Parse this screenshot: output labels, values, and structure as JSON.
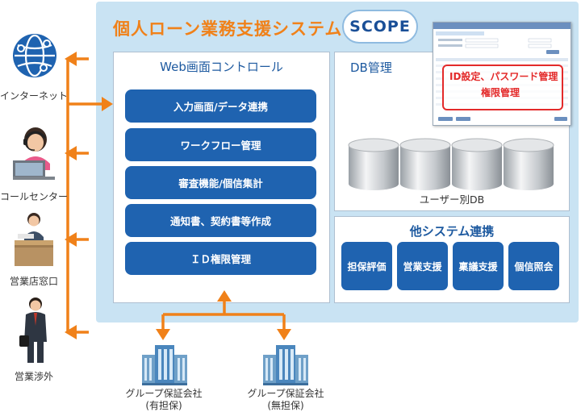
{
  "title": "個人ローン業務支援システム",
  "logo": "SCOPE",
  "web_control": {
    "title": "Web画面コントロール",
    "functions": [
      "入力画面/データ連携",
      "ワークフロー管理",
      "審査機能/個信集計",
      "通知書、契約書等作成",
      "ＩＤ権限管理"
    ]
  },
  "db": {
    "title": "DB管理",
    "caption": "ユーザー別DB",
    "screenshot_callout": [
      "ID設定、パスワード管理",
      "権限管理"
    ]
  },
  "other_systems": {
    "title": "他システム連携",
    "items": [
      "担保評価",
      "営業支援",
      "稟議支援",
      "個信照会"
    ]
  },
  "channels": [
    "インターネット",
    "コールセンター",
    "営業店窓口",
    "営業渉外"
  ],
  "group_companies": [
    {
      "line1": "グループ保証会社",
      "line2": "(有担保)"
    },
    {
      "line1": "グループ保証会社",
      "line2": "(無担保)"
    }
  ],
  "colors": {
    "accent": "#f08119",
    "primary": "#1f63b0",
    "panel": "#c9e3f3",
    "callout": "#e32a2a"
  }
}
